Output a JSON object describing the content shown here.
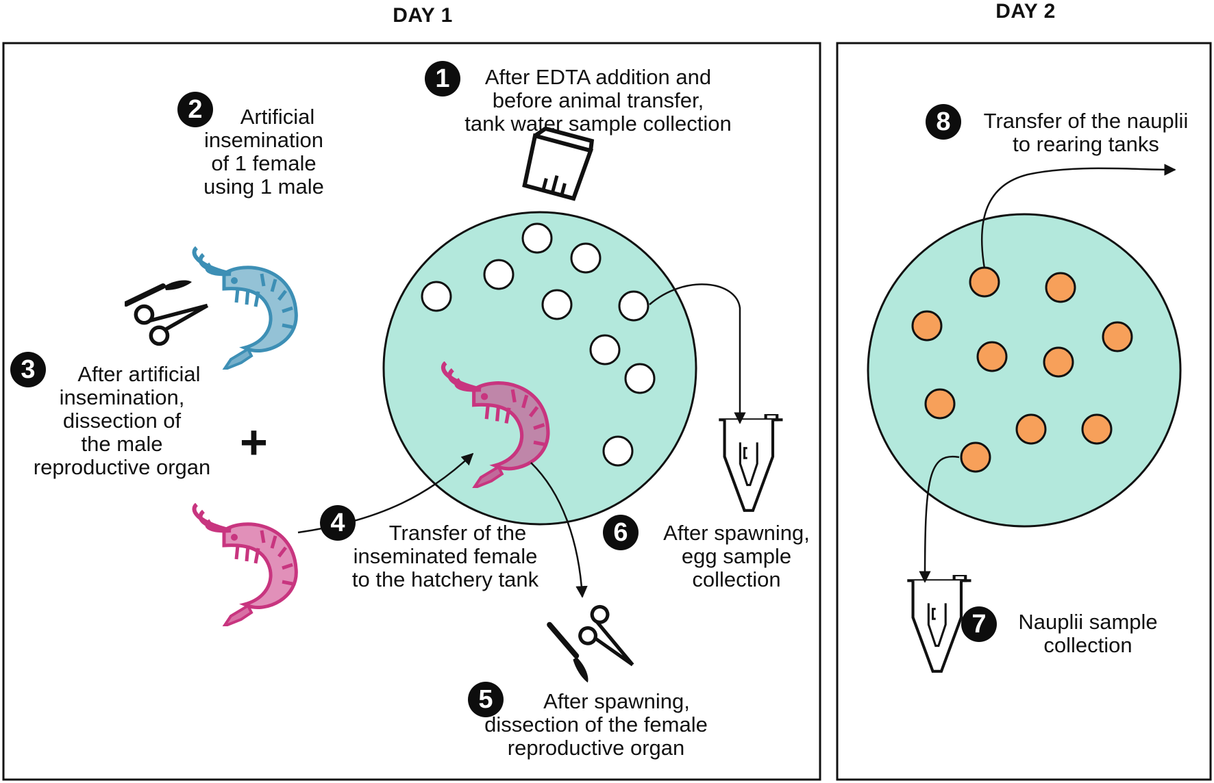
{
  "days": {
    "day1": "DAY 1",
    "day2": "DAY 2"
  },
  "steps": {
    "s1": {
      "num": "1",
      "lines": [
        "After EDTA addition and",
        "before animal transfer,",
        "tank water sample collection"
      ]
    },
    "s2": {
      "num": "2",
      "lines": [
        "Artificial",
        "insemination",
        "of 1 female",
        "using 1 male"
      ]
    },
    "s3": {
      "num": "3",
      "lines": [
        "After artificial",
        "insemination,",
        "dissection of",
        "the male",
        "reproductive organ"
      ]
    },
    "s4": {
      "num": "4",
      "lines": [
        "Transfer of the",
        "inseminated female",
        "to the hatchery tank"
      ]
    },
    "s5": {
      "num": "5",
      "lines": [
        "After spawning,",
        "dissection of the female",
        "reproductive organ"
      ]
    },
    "s6": {
      "num": "6",
      "lines": [
        "After spawning,",
        "egg sample",
        "collection"
      ]
    },
    "s7": {
      "num": "7",
      "lines": [
        "Nauplii sample",
        "collection"
      ]
    },
    "s8": {
      "num": "8",
      "lines": [
        "Transfer of the nauplii",
        "to rearing tanks"
      ]
    }
  },
  "plus_sign": "+",
  "colors": {
    "tank": "#b3e8dc",
    "egg": "#ffffff",
    "nauplius": "#f7a05a",
    "male_shrimp": "#3d8fb5",
    "female_shrimp": "#c8357f",
    "ink": "#111111"
  },
  "icons": [
    "beaker-icon",
    "shrimp-icon",
    "scissors-icon",
    "scalpel-icon",
    "microtube-icon",
    "arrow-icon"
  ]
}
